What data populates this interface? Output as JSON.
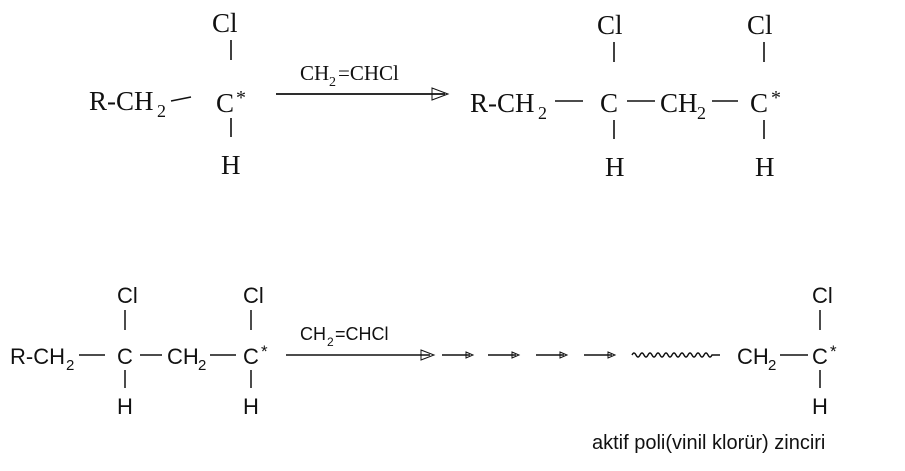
{
  "reaction1": {
    "reactant": {
      "r": "R-CH",
      "sub2": "2",
      "c": "C",
      "star": "*",
      "cl": "Cl",
      "h": "H"
    },
    "reagent": {
      "ch": "CH",
      "sub2": "2",
      "rest": "=CHCl"
    },
    "product": {
      "r": "R-CH",
      "sub2a": "2",
      "c1": "C",
      "ch2": "CH",
      "sub2b": "2",
      "c2": "C",
      "star": "*",
      "cl1": "Cl",
      "cl2": "Cl",
      "h1": "H",
      "h2": "H"
    }
  },
  "reaction2": {
    "reactant": {
      "r": "R-CH",
      "sub2a": "2",
      "c1": "C",
      "ch2": "CH",
      "sub2b": "2",
      "c2": "C",
      "star": "*",
      "cl1": "Cl",
      "cl2": "Cl",
      "h1": "H",
      "h2": "H"
    },
    "reagent": {
      "ch": "CH",
      "sub2": "2",
      "rest": "=CHCl"
    },
    "product": {
      "ch2": "CH",
      "sub2": "2",
      "c": "C",
      "star": "*",
      "cl": "Cl",
      "h": "H"
    },
    "caption": "aktif poli(vinil klorür) zinciri"
  }
}
